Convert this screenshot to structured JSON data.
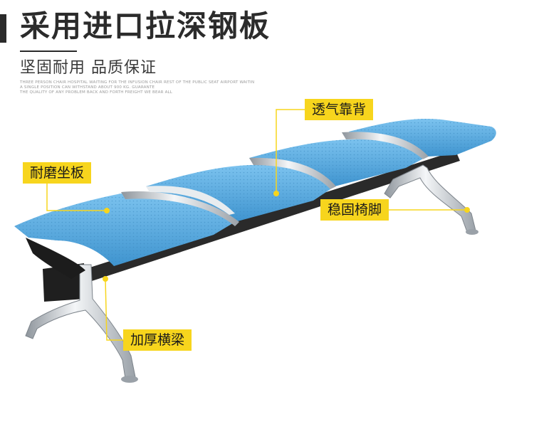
{
  "header": {
    "title": "采用进口拉深钢板",
    "subtitle": "坚固耐用 品质保证",
    "fine_print": [
      "THREE PERSON CHAIR HOSPITAL WAITING FOR THE INFUSION CHAIR REST OF THE PUBLIC SEAT AIRPORT WAITIN",
      "A SINGLE POSITION CAN WITHSTAND ABOUT 900 KG. GUARANTE",
      "THE QUALITY OF ANY PROBLEM BACK AND FORTH FREIGHT WE BEAR ALL"
    ]
  },
  "callouts": {
    "backrest": "透气靠背",
    "seat_plate": "耐磨坐板",
    "legs": "稳固椅脚",
    "beam": "加厚横梁"
  },
  "colors": {
    "accent_yellow": "#f7d51d",
    "seat_blue": "#5aaee0",
    "frame_black": "#2a2a2a",
    "chrome": "#c8ccd0"
  }
}
